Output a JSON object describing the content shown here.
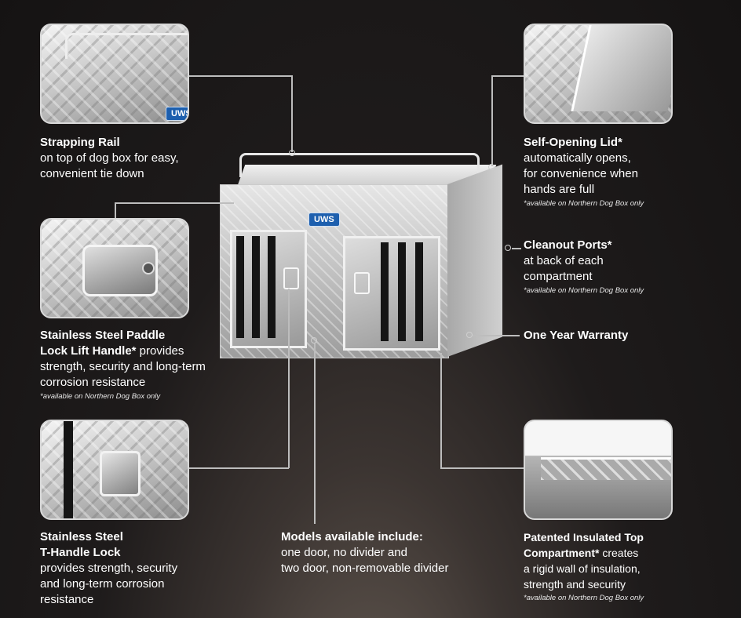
{
  "callouts": {
    "strapping_rail": {
      "title": "Strapping Rail",
      "body": [
        "on top of dog box for easy,",
        "convenient tie down"
      ]
    },
    "self_opening_lid": {
      "title": "Self-Opening Lid*",
      "body": [
        "automatically opens,",
        "for convenience when",
        "hands are full"
      ],
      "note": "*available on Northern Dog Box only"
    },
    "cleanout_ports": {
      "title": "Cleanout Ports*",
      "body": [
        "at back of each",
        "compartment"
      ],
      "note": "*available on Northern Dog Box only"
    },
    "warranty": {
      "title": "One Year Warranty"
    },
    "paddle_lock": {
      "title_line1": "Stainless Steel Paddle",
      "title_line2": "Lock Lift Handle*",
      "title_line2_suffix": " provides",
      "body": [
        "strength, security and long-term",
        "corrosion resistance"
      ],
      "note": "*available on Northern Dog Box only"
    },
    "t_handle": {
      "title_line1": "Stainless Steel",
      "title_line2": "T-Handle Lock",
      "body": [
        "provides strength, security",
        "and long-term corrosion",
        "resistance"
      ]
    },
    "models": {
      "title": "Models available include:",
      "body": [
        "one door, no divider and",
        "two door, non-removable divider"
      ]
    },
    "insulated_top": {
      "title_line1": "Patented Insulated Top",
      "title_line2": "Compartment*",
      "title_line2_suffix": " creates",
      "body": [
        "a rigid wall of insulation,",
        "strength and security"
      ],
      "note": "*available on Northern Dog Box only"
    }
  },
  "logo": {
    "text": "UWS"
  },
  "colors": {
    "background": "#1e1b1b",
    "text": "#ffffff",
    "line": "#bdbdbd",
    "badge": "#1d5fae"
  }
}
